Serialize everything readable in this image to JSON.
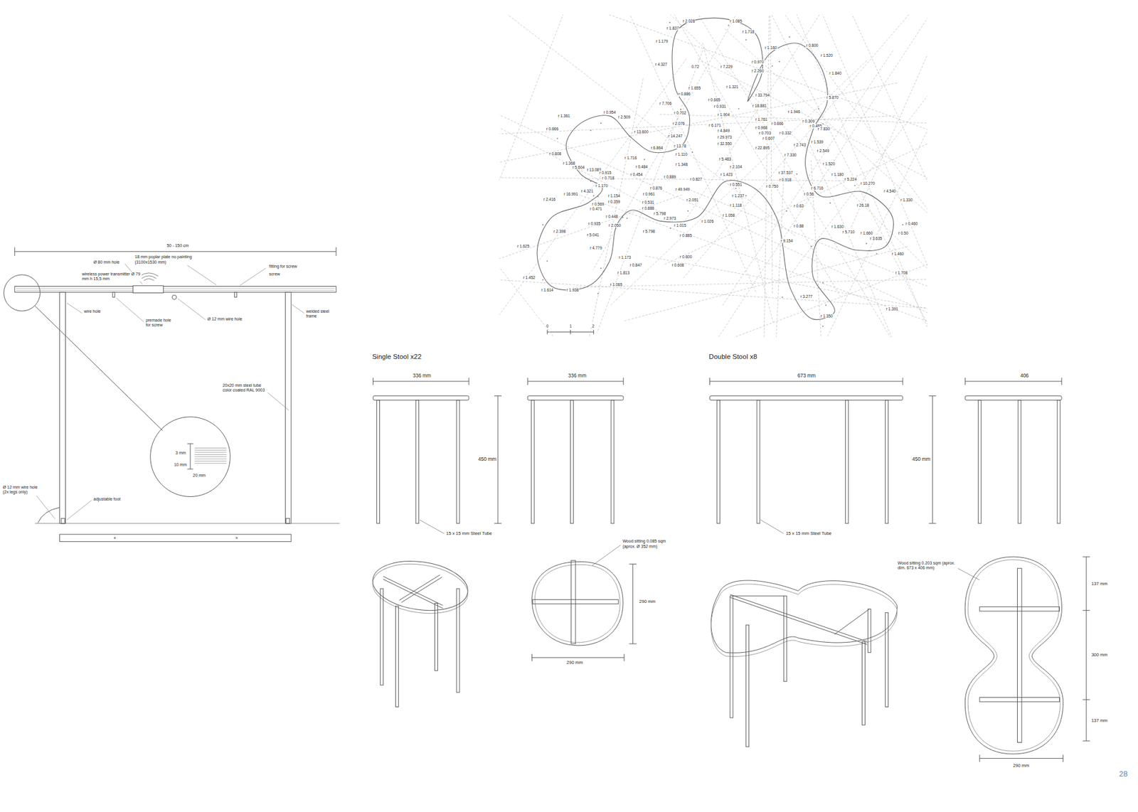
{
  "diagram": {
    "labels": [
      "50 - 150 cm",
      "Ø 80 mm hole",
      "18 mm poplar plate no painting (3100x1530 mm)",
      "wireless power transmitter Ø 79 mm h 15,5 mm",
      "fitting for screw",
      "screw",
      "wire hole",
      "premade hole for screw",
      "Ø 12 mm wire hole",
      "welded steel frame",
      "20x20 mm steel tube color coated RAL 9003",
      "3 mm",
      "10 mm",
      "20 mm",
      "Ø 12 mm wire hole (2x legs only)",
      "adjustable foot",
      "r 2.028",
      "r 1.085",
      "r 1.837",
      "r 1.718",
      "r 1.179",
      "r 1.160",
      "r 0.800",
      "r 1.520",
      "r 4.327",
      "0.72",
      "r 7.229",
      "r 0.970",
      "r 2.260",
      "r 1.840",
      "r 1.655",
      "r 1.321",
      "r 0.886",
      "r 33.794",
      "r 5.870",
      "r 0.665",
      "r 0.931",
      "r 7.706",
      "r 18.881",
      "r 0.954",
      "r 1.361",
      "r 2.509",
      "r 0.702",
      "r 1.904",
      "r 1.946",
      "r 1.761",
      "r 0.309",
      "r 2.076",
      "r 6.171",
      "r 0.666",
      "r 0.968",
      "r 0.485",
      "r 0.666",
      "r 13.600",
      "r 4.849",
      "r 0.703",
      "r 0.332",
      "r 7.830",
      "r 14.247",
      "r 29.973",
      "r 0.607",
      "r 32.550",
      "r 1.539",
      "r 2.743",
      "r 6.864",
      "r 13.78",
      "r 22.895",
      "r 2.549",
      "r 0.808",
      "r 1.110",
      "r 7.330",
      "r 1.716",
      "r 5.483",
      "r 1.368",
      "r 1.348",
      "r 2.104",
      "r 1.520",
      "r 5.604",
      "r 13.083",
      "r 0.484",
      "r 0.915",
      "r 0.454",
      "r 1.423",
      "r 37.537",
      "r 1.180",
      "r 0.718",
      "r 0.889",
      "r 0.827",
      "r 0.918",
      "r 5.224",
      "r 1.170",
      "r 0.551",
      "r 0.750",
      "r 10.270",
      "r 0.876",
      "r 49.949",
      "r 6.716",
      "r 4.321",
      "r 0.961",
      "r 0.56",
      "r 16.991",
      "r 1.154",
      "r 1.237",
      "r 4.540",
      "r 2.416",
      "r 0.359",
      "r 2.051",
      "r 0.531",
      "r 1.118",
      "r 1.330",
      "r 0.569",
      "r 0.63",
      "r 26.18",
      "r 0.888",
      "r 0.471",
      "r 5.798",
      "r 1.058",
      "r 0.448",
      "r 2.973",
      "r 1.026",
      "r 0.935",
      "r 2.050",
      "r 1.015",
      "r 0.88",
      "r 1.630",
      "r 0.460",
      "r 2.398",
      "r 5.798",
      "r 5.710",
      "r 1.660",
      "r 0.50",
      "r 5.041",
      "r 0.885",
      "r 3.635",
      "r 9.154",
      "r 1.625",
      "r 4.779",
      "r 1.460",
      "r 1.173",
      "r 0.600",
      "r 0.847",
      "r 0.608",
      "r 1.813",
      "r 1.708",
      "r 1.452",
      "r 1.065",
      "r 1.614",
      "r 1.938",
      "r 3.277",
      "r 1.391",
      "r 1.350",
      "0",
      "1",
      "2",
      "Single Stool x22",
      "336 mm",
      "336 mm",
      "450 mm",
      "15 x 15 mm Steel Tube",
      "Wood sitting 0.085 sqm (aprox. Ø 352 mm)",
      "290 mm",
      "290 mm",
      "Double Stool x8",
      "673 mm",
      "406",
      "450 mm",
      "15 x 15 mm Steel Tube",
      "Wood sitting 0.203 sqm (aprox. dim. 673 x 406 mm)",
      "137 mm",
      "300 mm",
      "137 mm",
      "290 mm",
      "28"
    ]
  }
}
